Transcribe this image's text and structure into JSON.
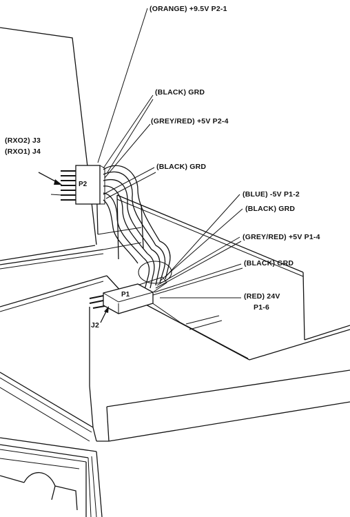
{
  "callouts": {
    "orange_9v5": "(ORANGE) +9.5V P2-1",
    "black_grd_1": "(BLACK) GRD",
    "grey_red_p2_4": "(GREY/RED) +5V  P2-4",
    "black_grd_2": "(BLACK) GRD",
    "rx02_j3": "(RXO2) J3",
    "rx01_j4": "(RXO1) J4",
    "blue_minus5": "(BLUE) -5V P1-2",
    "black_grd_3": "(BLACK) GRD",
    "grey_red_p1_4": "(GREY/RED) +5V  P1-4",
    "black_grd_4": "(BLACK) GRD",
    "red_24v": "(RED) 24V",
    "p1_6": "P1-6",
    "j2": "J2"
  },
  "connectors": {
    "p2": "P2",
    "p1": "P1"
  }
}
